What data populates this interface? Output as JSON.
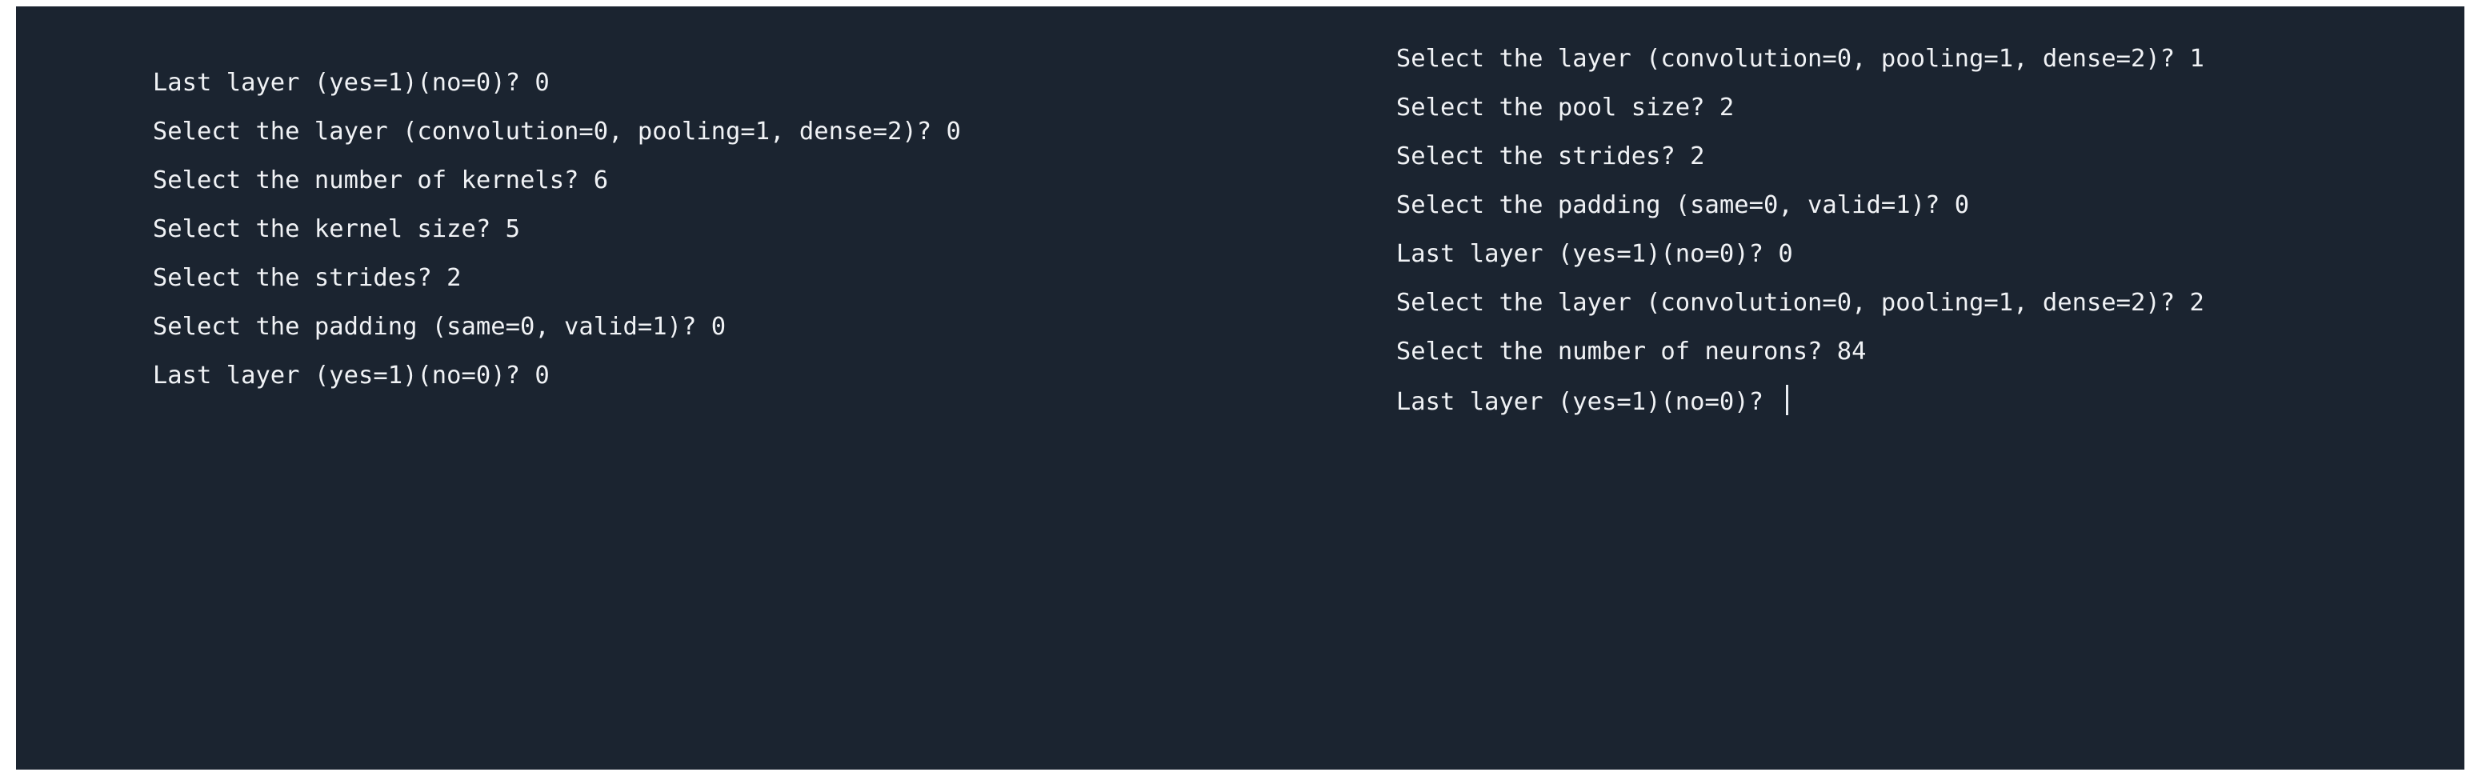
{
  "theme": {
    "panel_background": "#1b2430",
    "page_background": "#ffffff",
    "text_color": "#f0f2f5",
    "caret_color": "#e9ecf1"
  },
  "console": {
    "left_column": {
      "lines": [
        {
          "prompt": "Last layer (yes=1)(no=0)? ",
          "value": "0"
        },
        {
          "prompt": "Select the layer (convolution=0, pooling=1, dense=2)? ",
          "value": "0"
        },
        {
          "prompt": "Select the number of kernels? ",
          "value": "6"
        },
        {
          "prompt": "Select the kernel size? ",
          "value": "5"
        },
        {
          "prompt": "Select the strides? ",
          "value": "2"
        },
        {
          "prompt": "Select the padding (same=0, valid=1)? ",
          "value": "0"
        },
        {
          "prompt": "Last layer (yes=1)(no=0)? ",
          "value": "0"
        }
      ]
    },
    "right_column": {
      "lines": [
        {
          "prompt": "Select the layer (convolution=0, pooling=1, dense=2)? ",
          "value": "1"
        },
        {
          "prompt": "Select the pool size? ",
          "value": "2"
        },
        {
          "prompt": "Select the strides? ",
          "value": "2"
        },
        {
          "prompt": "Select the padding (same=0, valid=1)? ",
          "value": "0"
        },
        {
          "prompt": "Last layer (yes=1)(no=0)? ",
          "value": "0"
        },
        {
          "prompt": "Select the layer (convolution=0, pooling=1, dense=2)? ",
          "value": "2"
        },
        {
          "prompt": "Select the number of neurons? ",
          "value": "84"
        },
        {
          "prompt": "Last layer (yes=1)(no=0)? ",
          "value": ""
        }
      ],
      "caret_on_last_line": true
    }
  }
}
